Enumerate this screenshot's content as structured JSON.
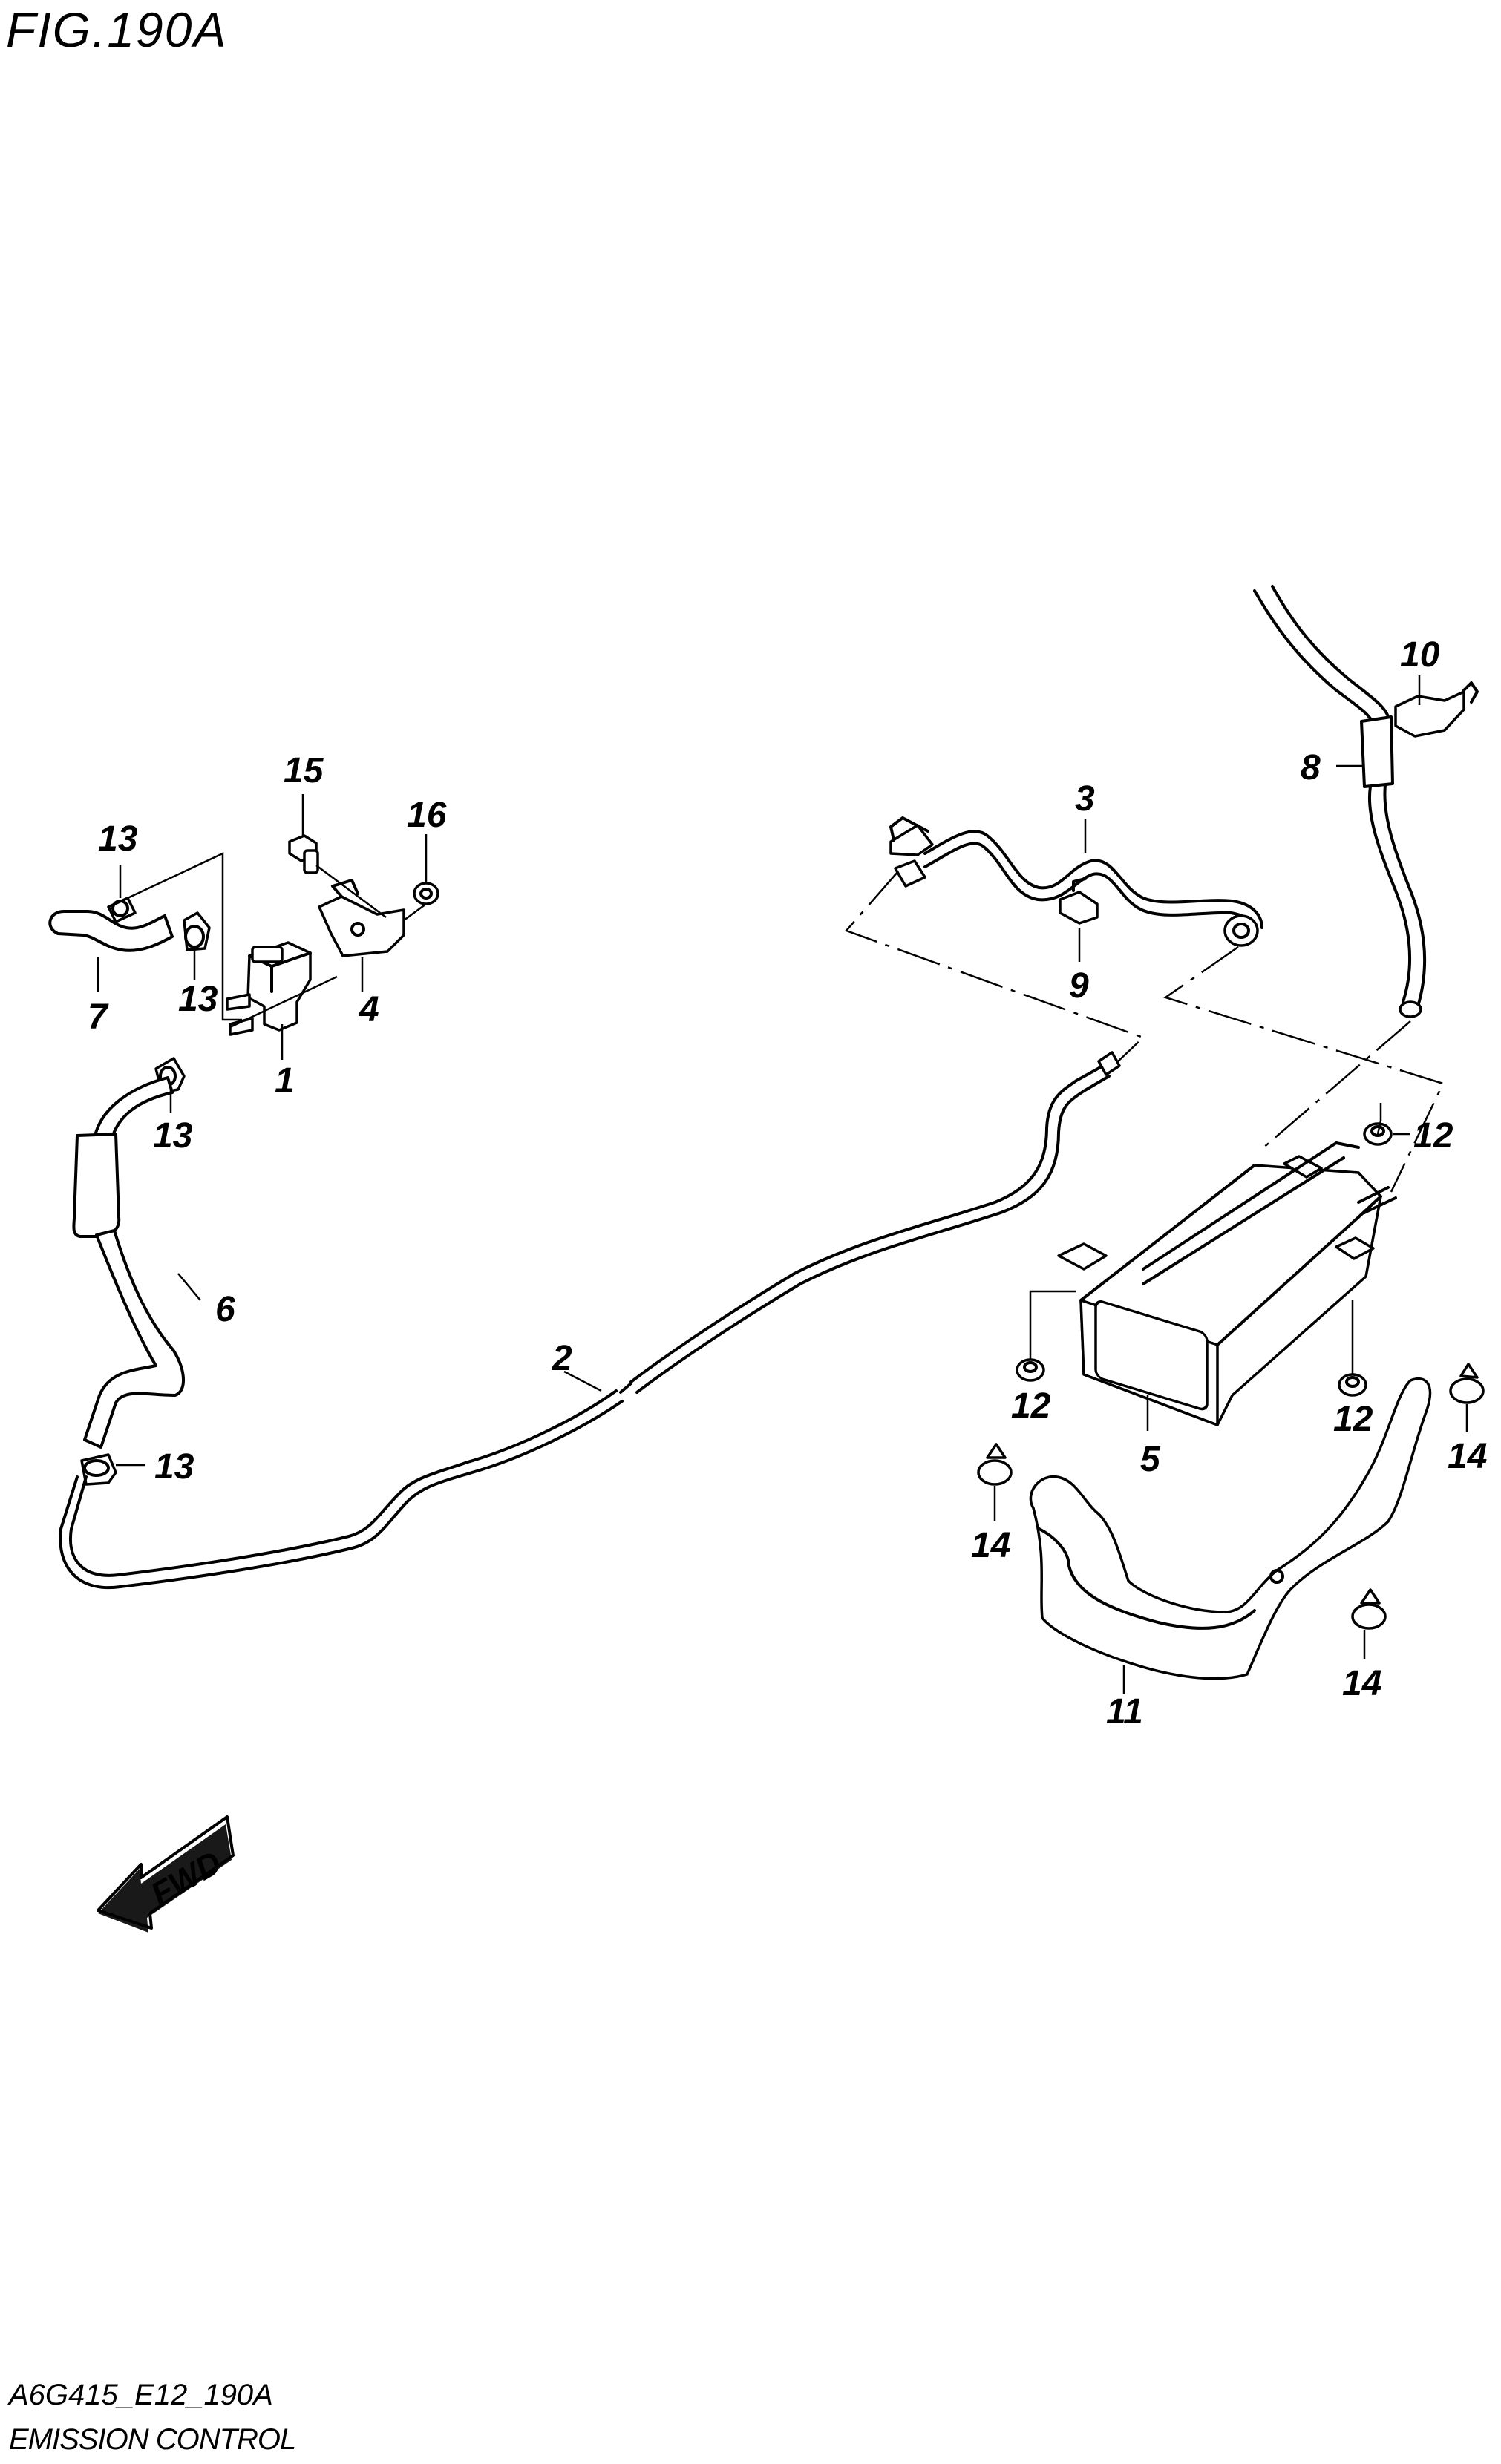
{
  "figure_title": "FIG.190A",
  "drawing_code": "A6G415_E12_190A",
  "section_name": "EMISSION CONTROL",
  "direction_label": "FWD",
  "callouts": {
    "c1": "1",
    "c2": "2",
    "c3": "3",
    "c4": "4",
    "c5": "5",
    "c6": "6",
    "c7": "7",
    "c8": "8",
    "c9": "9",
    "c10": "10",
    "c11": "11",
    "c12a": "12",
    "c12b": "12",
    "c12c": "12",
    "c13a": "13",
    "c13b": "13",
    "c13c": "13",
    "c13d": "13",
    "c14a": "14",
    "c14b": "14",
    "c14c": "14",
    "c15": "15",
    "c16": "16"
  }
}
